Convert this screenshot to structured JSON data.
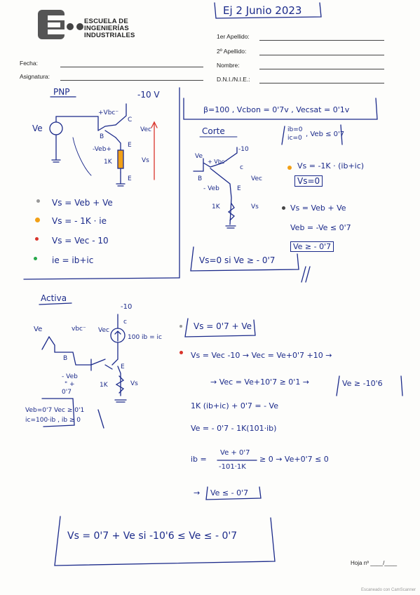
{
  "header": {
    "school": [
      "ESCUELA DE",
      "INGENIERÍAS",
      "INDUSTRIALES"
    ],
    "exercise_date": "Ej 2  Junio 2023",
    "fields_left": {
      "fecha": "Fecha:",
      "asignatura": "Asignatura:"
    },
    "fields_right": {
      "apellido1": "1er Apellido:",
      "apellido2": "2º Apellido:",
      "nombre": "Nombre:",
      "dni": "D.N.I./N.I.E.:"
    }
  },
  "pnp": {
    "title": "PNP",
    "supply": "-10 V",
    "params": "β=100 ,  Vcbon = 0'7v ,  Vecsat = 0'1v",
    "labels": {
      "ve": "Ve",
      "vbc": "+Vbc⁻",
      "c": "C",
      "b": "B",
      "vec": "Vec",
      "e": "E",
      "veb": "-Veb+",
      "r": "1K",
      "vs": "Vs",
      "e2": "E"
    },
    "equations": [
      "Vs = Veb + Ve",
      "Vs = - 1K · ie",
      "Vs = Vec - 10",
      "ie = ib+ic"
    ]
  },
  "corte": {
    "title": "Corte",
    "cond": "ib=0\nic=0 ,  Veb ≤ 0'7",
    "cond1": "ib=0",
    "cond2": "ic=0",
    "cond3": ", Veb ≤ 0'7",
    "labels": {
      "ve": "Ve",
      "vbc": "+ Vbc⁻",
      "c": "c",
      "supply": "-10",
      "b": "B",
      "veb": "- Veb",
      "e": "E",
      "vec": "Vec",
      "r": "1K",
      "vs": "Vs"
    },
    "eq1": "Vs = -1K · (ib+ic)",
    "eq1b": "Vs=0",
    "eq2": "Vs = Veb + Ve",
    "eq3": "Veb = -Ve ≤ 0'7",
    "eq4": "Ve ≥ - 0'7",
    "result": "Vs=0   si Ve ≥ - 0'7"
  },
  "activa": {
    "title": "Activa",
    "supply": "-10",
    "labels": {
      "ve": "Ve",
      "vbc": "vbc⁻",
      "vec": "Vec",
      "c": "c",
      "src": "100 ib = ic",
      "b": "B",
      "e": "E",
      "veb": "- Veb",
      "veb2": "\" +",
      "veb3": "0'7",
      "r": "1K",
      "vs": "Vs"
    },
    "bracket1": "Veb=0'7    Vec ≥ 0'1",
    "bracket2": "ic=100·ib , ib ≥ 0",
    "eq1": "Vs = 0'7 + Ve",
    "eq2": "Vs = Vec -10  →  Vec = Ve+0'7 +10  →",
    "eq3": "→  Vec = Ve+10'7 ≥ 0'1  →",
    "eq3b": "Ve ≥ -10'6",
    "eq4": "1K (ib+ic) + 0'7 = - Ve",
    "eq5": "Ve = - 0'7 - 1K(101·ib)",
    "eq6_num": "Ve + 0'7",
    "eq6_den": "-101·1K",
    "eq6_lhs": "ib =",
    "eq6_rhs": "≥ 0  →  Ve+0'7 ≤ 0",
    "eq7": "→",
    "eq7b": "Ve ≤ - 0'7",
    "final": "Vs = 0'7 + Ve      si     -10'6 ≤ Ve ≤ - 0'7"
  },
  "footer": {
    "hoja": "Hoja nº ____/____",
    "scanner": "Escaneado con CamScanner"
  },
  "colors": {
    "ink": "#1b2a8a",
    "red": "#d9342b",
    "orange": "#f2a016",
    "green": "#27a84a",
    "gray_dot": "#999999"
  }
}
